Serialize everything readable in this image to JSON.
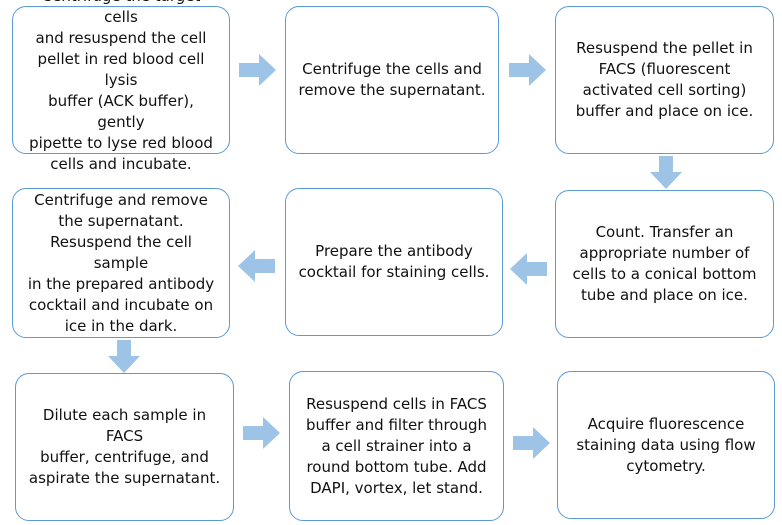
{
  "colors": {
    "box_border": "#5b9bd5",
    "arrow_fill": "#9dc3e6",
    "text": "#111111"
  },
  "steps": [
    {
      "text": "Centrifuge the target cells\nand resuspend the cell\npellet in red blood cell lysis\nbuffer (ACK buffer), gently\npipette to lyse red blood\ncells and incubate."
    },
    {
      "text": "Centrifuge the cells and\nremove the supernatant."
    },
    {
      "text": "Resuspend the pellet in\nFACS (fluorescent\nactivated cell sorting)\nbuffer and place on ice."
    },
    {
      "text": "Count. Transfer an\nappropriate number of\ncells to a conical bottom\ntube and place on ice."
    },
    {
      "text": "Prepare the antibody\ncocktail for staining cells."
    },
    {
      "text": "Centrifuge and remove\nthe supernatant.\nResuspend the cell sample\nin the prepared antibody\ncocktail and incubate on\nice in the dark."
    },
    {
      "text": "Dilute each sample in FACS\nbuffer, centrifuge, and\naspirate the supernatant."
    },
    {
      "text": "Resuspend cells in FACS\nbuffer and filter through\na cell strainer into a\nround bottom tube. Add\nDAPI, vortex, let stand."
    },
    {
      "text": "Acquire fluorescence\nstaining data using flow\ncytometry."
    }
  ],
  "arrows": [
    {
      "from": 1,
      "to": 2,
      "direction": "right"
    },
    {
      "from": 2,
      "to": 3,
      "direction": "right"
    },
    {
      "from": 3,
      "to": 4,
      "direction": "down"
    },
    {
      "from": 4,
      "to": 5,
      "direction": "left"
    },
    {
      "from": 5,
      "to": 6,
      "direction": "left"
    },
    {
      "from": 6,
      "to": 7,
      "direction": "down"
    },
    {
      "from": 7,
      "to": 8,
      "direction": "right"
    },
    {
      "from": 8,
      "to": 9,
      "direction": "right"
    }
  ]
}
